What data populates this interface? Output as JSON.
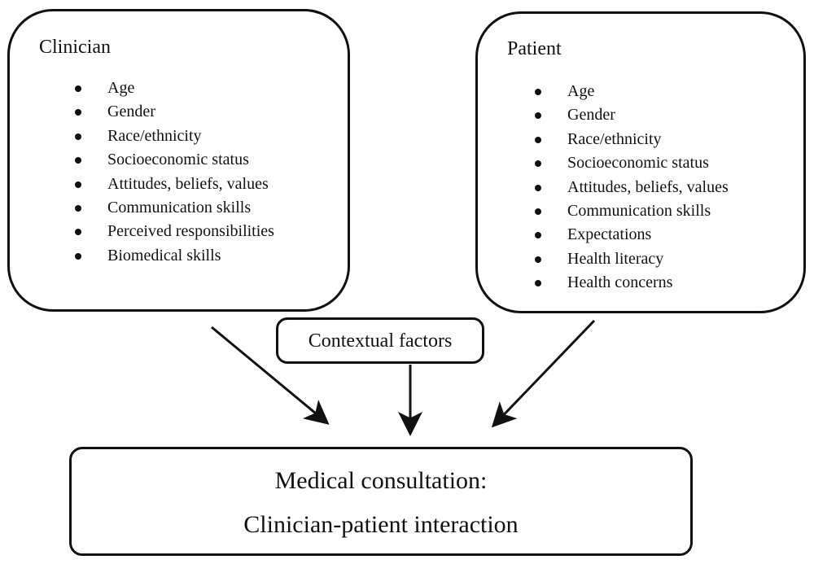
{
  "clinician": {
    "title": "Clinician",
    "items": [
      "Age",
      "Gender",
      "Race/ethnicity",
      "Socioeconomic status",
      "Attitudes, beliefs, values",
      "Communication skills",
      "Perceived responsibilities",
      "Biomedical skills"
    ]
  },
  "patient": {
    "title": "Patient",
    "items": [
      "Age",
      "Gender",
      "Race/ethnicity",
      "Socioeconomic status",
      "Attitudes, beliefs, values",
      "Communication skills",
      "Expectations",
      "Health literacy",
      "Health concerns"
    ]
  },
  "context": {
    "label": "Contextual factors"
  },
  "consultation": {
    "line1": "Medical consultation:",
    "line2": "Clinician-patient interaction"
  }
}
